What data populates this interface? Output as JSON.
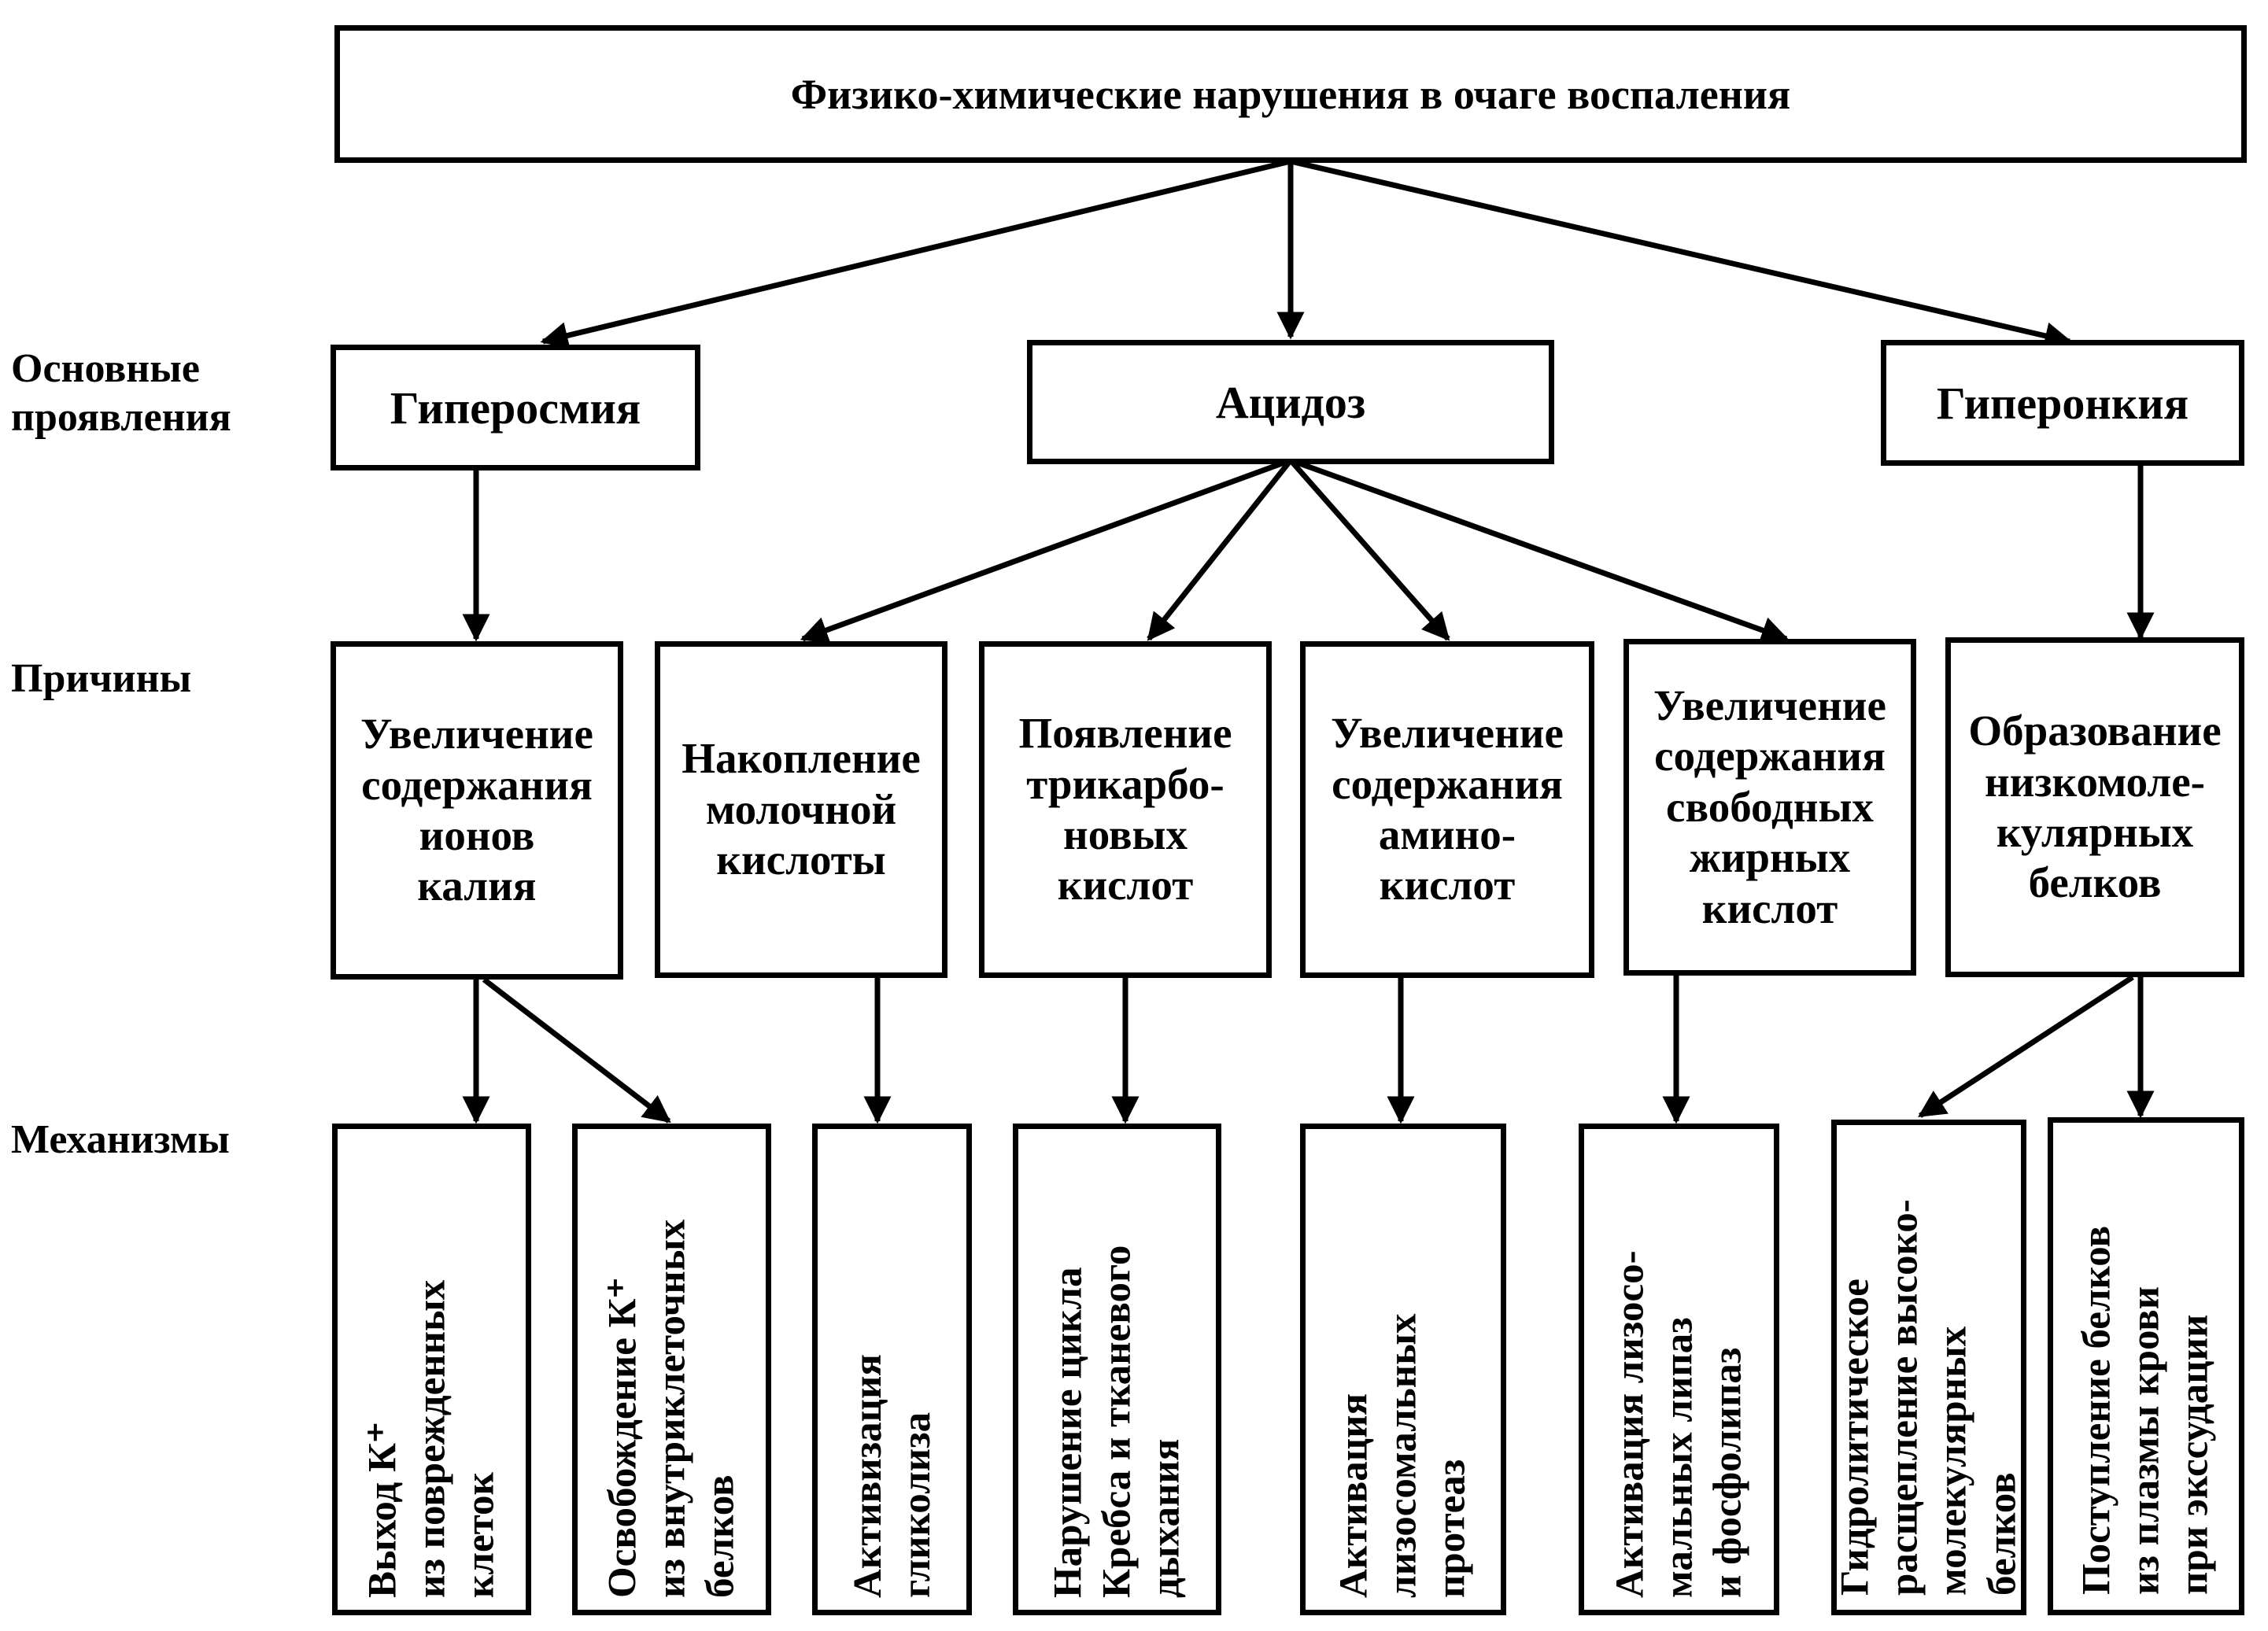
{
  "title": "Физико-химические нарушения в очаге воспаления",
  "row_labels": {
    "manifestations": "Основные\nпроявления",
    "causes": "Причины",
    "mechanisms": "Механизмы"
  },
  "manifestations": [
    "Гиперосмия",
    "Ацидоз",
    "Гиперонкия"
  ],
  "causes": [
    "Увеличение\nсодержания\nионов\nкалия",
    "Накопление\nмолочной\nкислоты",
    "Появление\nтрикарбо-\nновых\nкислот",
    "Увеличение\nсодержания\nамино-\nкислот",
    "Увеличение\nсодержания\nсвободных\nжирных\nкислот",
    "Образование\nнизкомоле-\nкулярных\nбелков"
  ],
  "mechanisms": [
    "Выход К⁺\nиз поврежденных\nклеток",
    "Освобождение К⁺\nиз внутриклеточных\nбелков",
    "Активизация\nгликолиза",
    "Нарушение цикла\nКребса и тканевого\nдыхания",
    "Активация\nлизосомальных\nпротеаз",
    "Активация лизосо-\nмальных липаз\nи фосфолипаз",
    "Гидролитическое\nрасщепление высоко-\nмолекулярных\nбелков",
    "Поступление белков\nиз плазмы крови\nпри экссудации"
  ]
}
